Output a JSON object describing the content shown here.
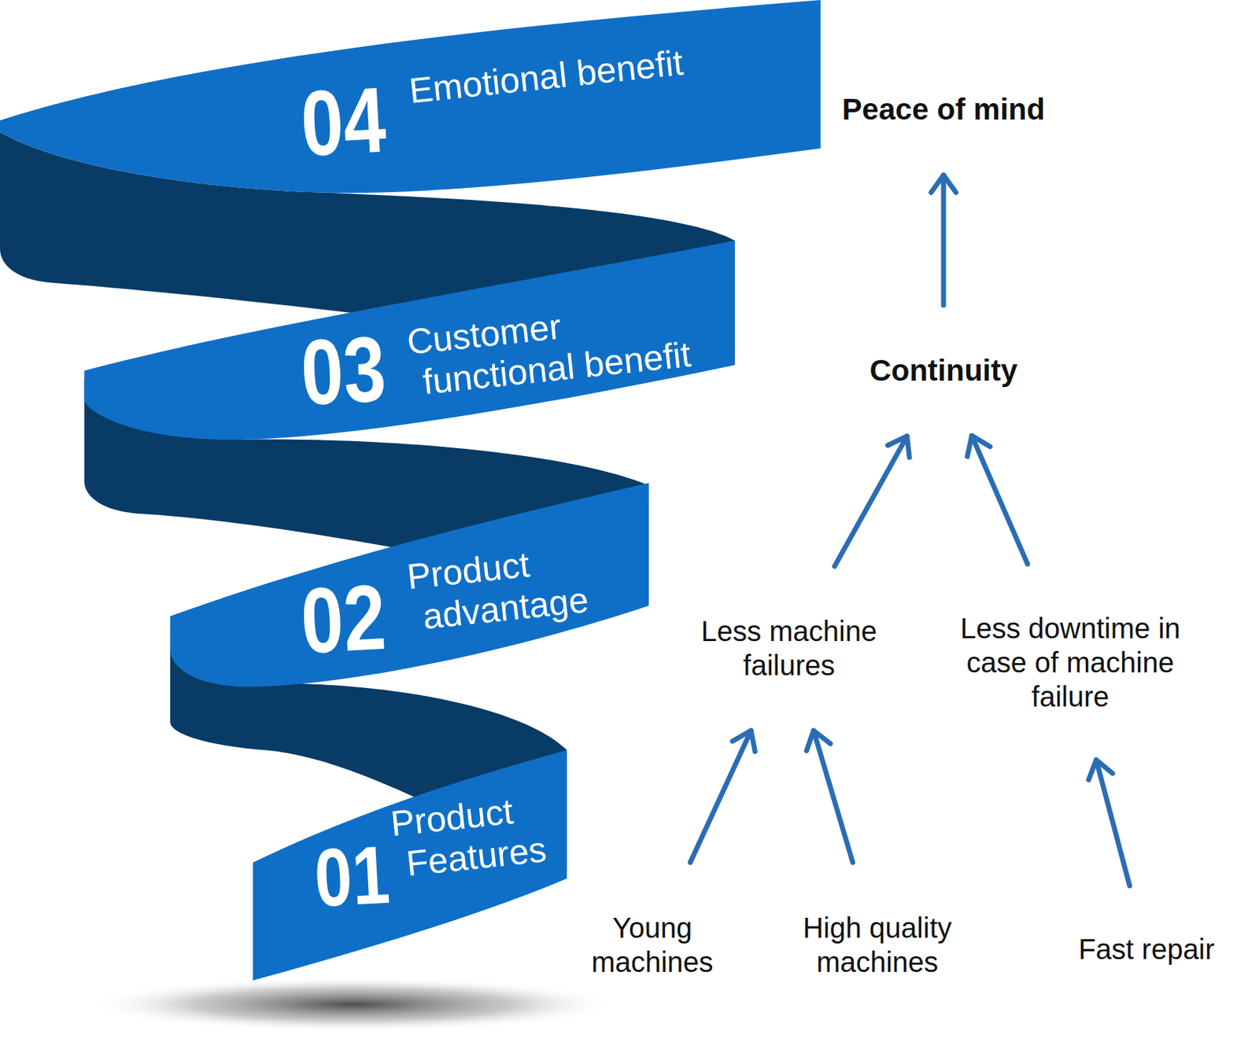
{
  "diagram": {
    "nodes": [
      {
        "text": [
          "04",
          "Emotional benefit"
        ]
      },
      {
        "text": [
          "03",
          "Customer functional benefit"
        ]
      },
      {
        "text": [
          "02",
          "Product advantage"
        ]
      },
      {
        "text": [
          "01",
          "Product Features"
        ]
      },
      {
        "text": [
          "Peace of mind"
        ]
      },
      {
        "text": [
          "Continuity"
        ]
      },
      {
        "text": [
          "Less machine failures"
        ]
      },
      {
        "text": [
          "Less downtime in case of machine failure"
        ]
      },
      {
        "text": [
          "Young machines"
        ]
      },
      {
        "text": [
          "High quality machines"
        ]
      },
      {
        "text": [
          "Fast repair"
        ]
      }
    ],
    "edges": [
      {
        "from": 5,
        "to": 4,
        "arrow": "to"
      },
      {
        "from": 6,
        "to": 5,
        "arrow": "to"
      },
      {
        "from": 7,
        "to": 5,
        "arrow": "to"
      },
      {
        "from": 8,
        "to": 6,
        "arrow": "to"
      },
      {
        "from": 9,
        "to": 6,
        "arrow": "to"
      },
      {
        "from": 10,
        "to": 7,
        "arrow": "to"
      }
    ]
  }
}
